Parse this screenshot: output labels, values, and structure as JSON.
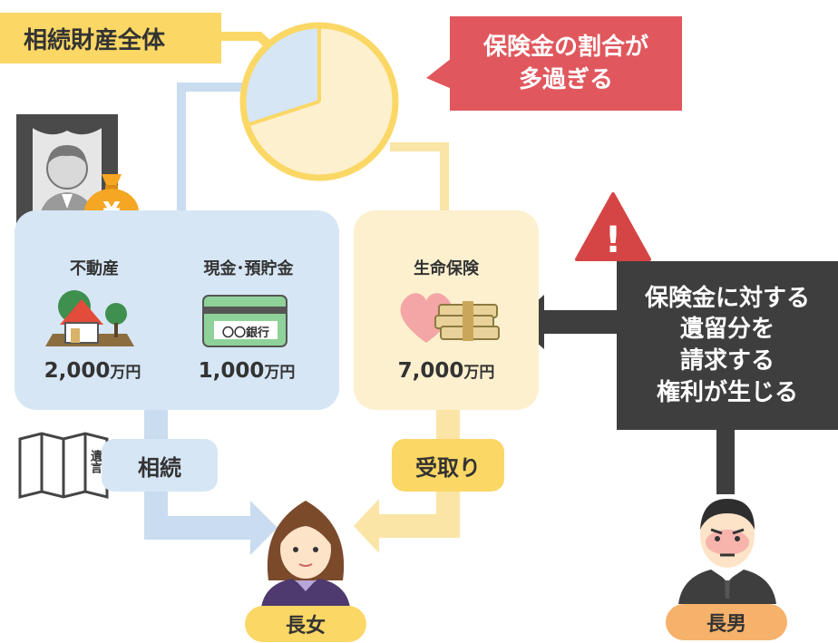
{
  "title": "相続財産全体",
  "callout": {
    "line1": "保険金の割合が",
    "line2": "多過ぎる"
  },
  "estate": {
    "real_estate": {
      "label": "不動産",
      "amount": "2,000",
      "unit": "万円"
    },
    "cash": {
      "label": "現金･預貯金",
      "amount": "1,000",
      "unit": "万円"
    }
  },
  "insurance": {
    "label": "生命保険",
    "amount": "7,000",
    "unit": "万円"
  },
  "inheritance_label": "相続",
  "receive_label": "受取り",
  "will_label": "遺言",
  "bank_label": "〇〇銀行",
  "yen_symbol": "¥",
  "warning_symbol": "!",
  "rights_box": {
    "line1": "保険金に対する",
    "line2": "遺留分を",
    "line3": "請求する",
    "line4": "権利が生じる"
  },
  "eldest_daughter": "長女",
  "eldest_son": "長男",
  "pie": {
    "share_estate": 0.3,
    "share_insurance": 0.7
  },
  "colors": {
    "blue_panel": "#d6e6f5",
    "blue_line": "#c9dcf0",
    "yellow_panel": "#fdf0cf",
    "yellow_line": "#fbe5a6",
    "gold": "#fbd765",
    "red": "#e0585d",
    "dark": "#3e3e3e",
    "name_tag": "#f6b26b"
  }
}
